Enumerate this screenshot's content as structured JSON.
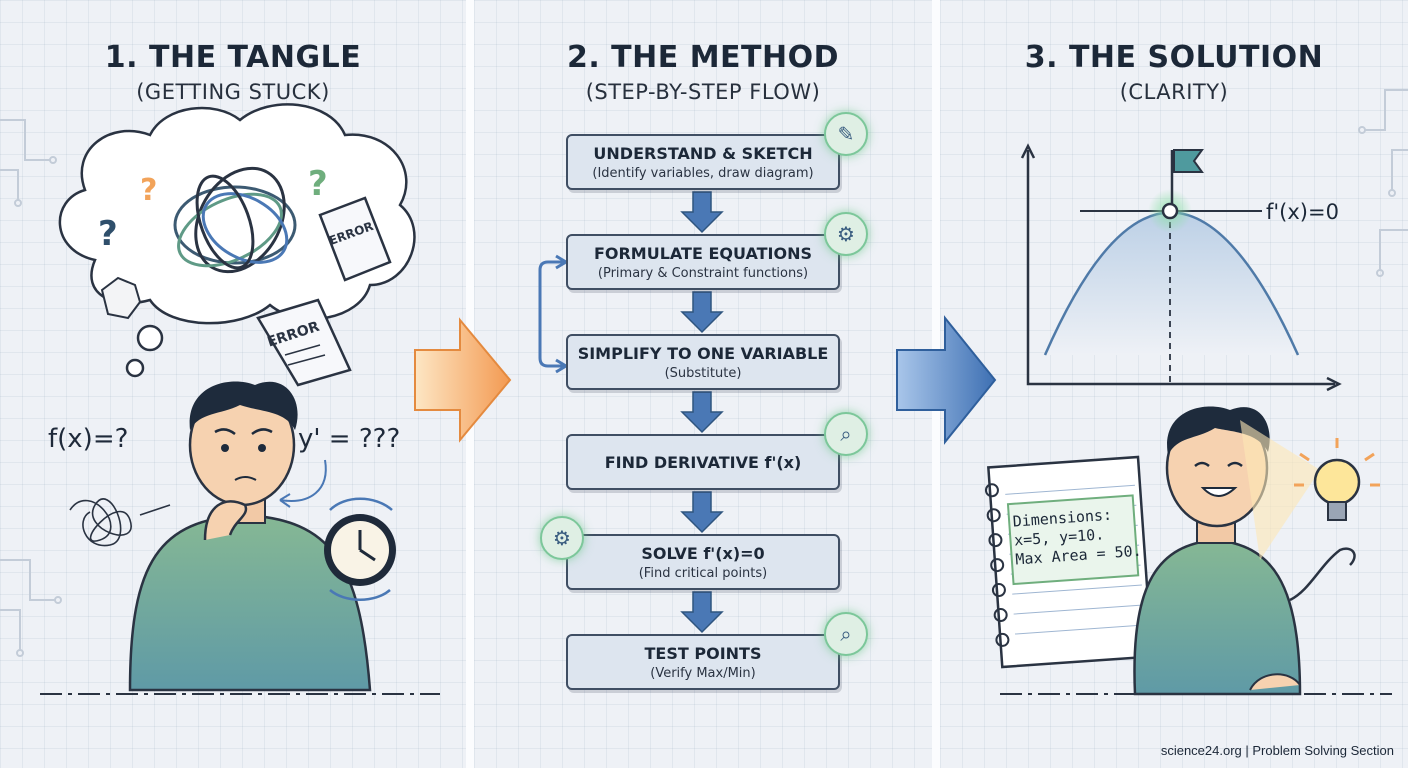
{
  "panels": [
    {
      "title": "1. THE TANGLE",
      "subtitle": "(GETTING STUCK)"
    },
    {
      "title": "2. THE METHOD",
      "subtitle": "(STEP-BY-STEP FLOW)"
    },
    {
      "title": "3. THE SOLUTION",
      "subtitle": "(CLARITY)"
    }
  ],
  "tangle": {
    "error_1": "ERROR",
    "error_2": "ERROR",
    "fx_label": "f(x)=?",
    "yprime_label": "y' = ???",
    "question_marks": [
      "?",
      "?",
      "?"
    ]
  },
  "steps": [
    {
      "title": "UNDERSTAND & SKETCH",
      "sub": "(Identify variables, draw diagram)",
      "icon": "pencil-icon"
    },
    {
      "title": "FORMULATE EQUATIONS",
      "sub": "(Primary & Constraint functions)",
      "icon": "gear-icon"
    },
    {
      "title": "SIMPLIFY TO ONE VARIABLE",
      "sub": "(Substitute)",
      "icon": ""
    },
    {
      "title": "FIND DERIVATIVE f'(x)",
      "sub": "",
      "icon": "magnifier-icon"
    },
    {
      "title": "SOLVE f'(x)=0",
      "sub": "(Find critical points)",
      "icon": "gear-icon"
    },
    {
      "title": "TEST POINTS",
      "sub": "(Verify Max/Min)",
      "icon": "magnifier-icon"
    }
  ],
  "solution": {
    "fprime_label": "f'(x)=0",
    "note_lines": [
      "Dimensions:",
      "x=5, y=10.",
      "Max Area = 50."
    ]
  },
  "footer": "science24.org | Problem Solving Section",
  "colors": {
    "accent_blue": "#4a78b5",
    "accent_green": "#7cc79a",
    "arrow_orange": "#f6a45c",
    "shirt_green": "#82b58f"
  }
}
